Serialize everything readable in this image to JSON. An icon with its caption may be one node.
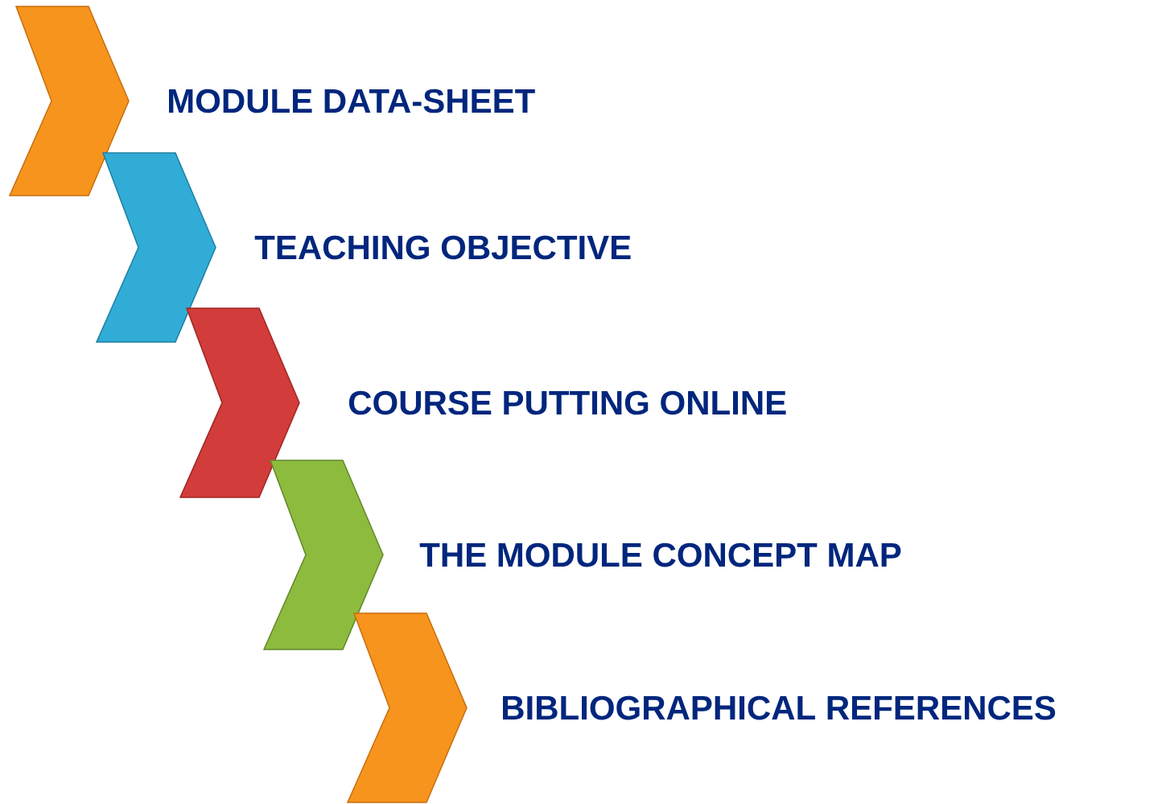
{
  "diagram": {
    "nodes": [
      {
        "text": [
          "MODULE DATA-SHEET"
        ]
      },
      {
        "text": [
          "TEACHING OBJECTIVE"
        ]
      },
      {
        "text": [
          "COURSE PUTTING ONLINE"
        ]
      },
      {
        "text": [
          "THE MODULE CONCEPT MAP"
        ]
      },
      {
        "text": [
          "BIBLIOGRAPHICAL REFERENCES"
        ]
      }
    ]
  }
}
